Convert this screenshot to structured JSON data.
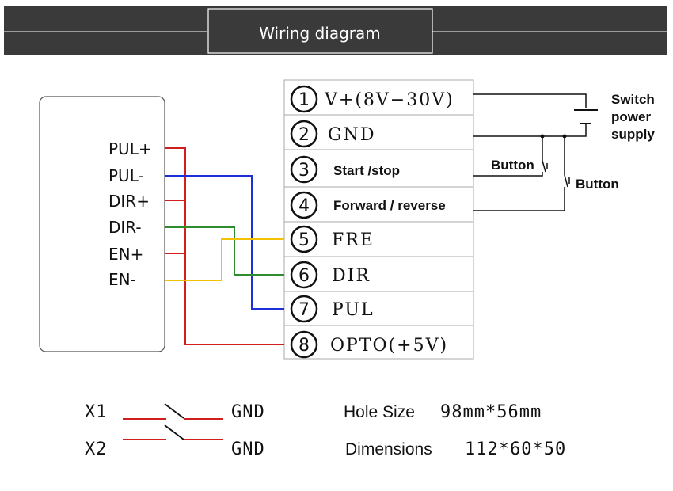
{
  "header": {
    "title": "Wiring diagram"
  },
  "colors": {
    "header_bg": "#3a3a3a",
    "red": "#d11f1f",
    "blue": "#1d2fd6",
    "green": "#2e8b2e",
    "yellow": "#f2c200",
    "wire_black": "#222222",
    "switch_red": "#d11f1f"
  },
  "controller_pins": [
    "PUL+",
    "PUL-",
    "DIR+",
    "DIR-",
    "EN+",
    "EN-"
  ],
  "terminals": [
    {
      "num": "1",
      "label": "V+(8V−30V)"
    },
    {
      "num": "2",
      "label": "GND"
    },
    {
      "num": "3",
      "label": "Start /stop"
    },
    {
      "num": "4",
      "label": "Forward / reverse"
    },
    {
      "num": "5",
      "label": "FRE"
    },
    {
      "num": "6",
      "label": "DIR"
    },
    {
      "num": "7",
      "label": "PUL"
    },
    {
      "num": "8",
      "label": "OPTO(+5V)"
    }
  ],
  "power_supply": {
    "line1": "Switch",
    "line2": "power",
    "line3": "supply"
  },
  "buttons": {
    "b1": "Button",
    "b2": "Button"
  },
  "switches": [
    {
      "left": "X1",
      "right": "GND"
    },
    {
      "left": "X2",
      "right": "GND"
    }
  ],
  "specs": {
    "hole_label": "Hole Size",
    "hole_value": "98mm*56mm",
    "dim_label": "Dimensions",
    "dim_value": "112*60*50"
  }
}
